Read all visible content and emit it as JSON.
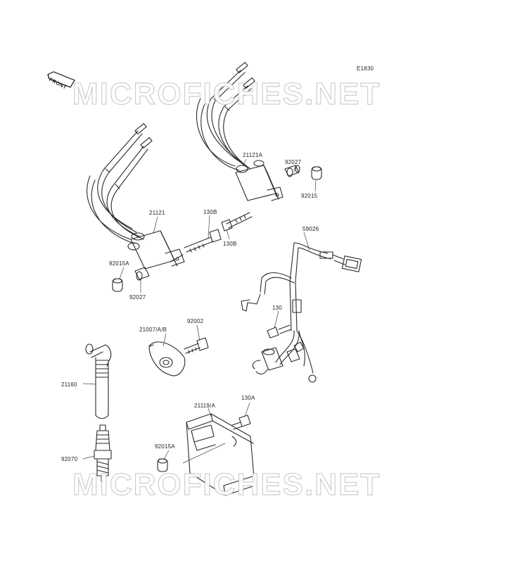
{
  "diagram": {
    "code": "E1830",
    "front_label": "FRONT",
    "watermark": "MICROFICHES.NET",
    "parts": [
      {
        "id": "p1",
        "label": "21121A"
      },
      {
        "id": "p2",
        "label": "92027"
      },
      {
        "id": "p3",
        "label": "92015"
      },
      {
        "id": "p4",
        "label": "21121"
      },
      {
        "id": "p5",
        "label": "130B"
      },
      {
        "id": "p6",
        "label": "130B"
      },
      {
        "id": "p7",
        "label": "59026"
      },
      {
        "id": "p8",
        "label": "92015A"
      },
      {
        "id": "p9",
        "label": "92027"
      },
      {
        "id": "p10",
        "label": "130"
      },
      {
        "id": "p11",
        "label": "21007/A/B"
      },
      {
        "id": "p12",
        "label": "92002"
      },
      {
        "id": "p13",
        "label": "21160"
      },
      {
        "id": "p14",
        "label": "130A"
      },
      {
        "id": "p15",
        "label": "21119/A"
      },
      {
        "id": "p16",
        "label": "92015A"
      },
      {
        "id": "p17",
        "label": "92070"
      }
    ]
  }
}
